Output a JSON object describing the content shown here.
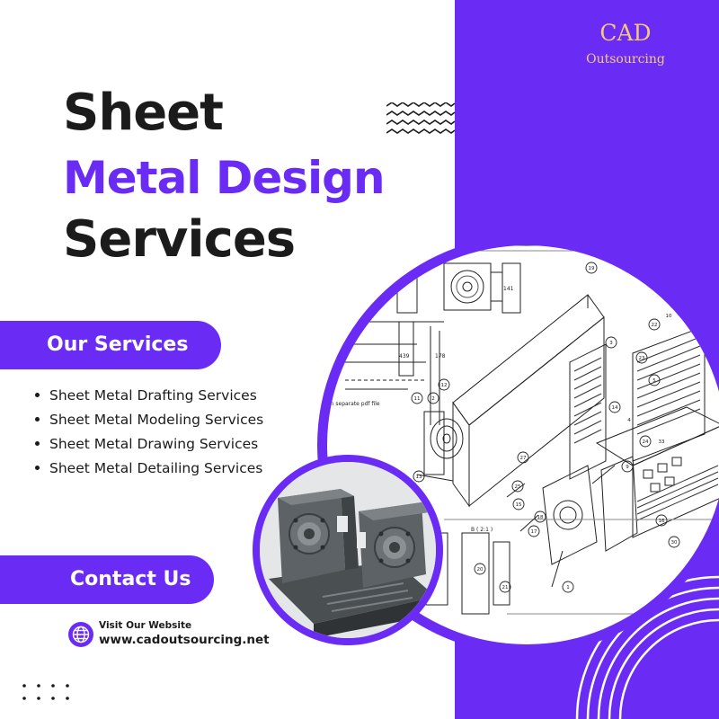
{
  "brand": {
    "name": "CAD",
    "tagline": "Outsourcing"
  },
  "headline": {
    "line1": "Sheet",
    "line2": "Metal Design",
    "line3": "Services"
  },
  "services": {
    "heading": "Our Services",
    "items": [
      "Sheet Metal Drafting Services",
      "Sheet Metal Modeling Services",
      "Sheet Metal Drawing Services",
      "Sheet Metal Detailing Services"
    ]
  },
  "contact": {
    "label": "Contact Us"
  },
  "website": {
    "label": "Visit Our Website",
    "url": "www.cadoutsourcing.net"
  },
  "drawing": {
    "callouts": [
      "19",
      "26",
      "22",
      "23",
      "24",
      "5",
      "33",
      "3",
      "14",
      "9",
      "10",
      "11",
      "12",
      "20",
      "17",
      "18",
      "1",
      "25",
      "27",
      "21",
      "2",
      "4",
      "13",
      "15",
      "16",
      "30"
    ],
    "section_label": "B ( 2:1 )",
    "note": "in separate pdf file",
    "dims": [
      "439",
      "178",
      "141"
    ]
  },
  "colors": {
    "accent": "#6a2cf5",
    "brand_gold": "#f2c879",
    "text_dark": "#1b1b1b"
  }
}
